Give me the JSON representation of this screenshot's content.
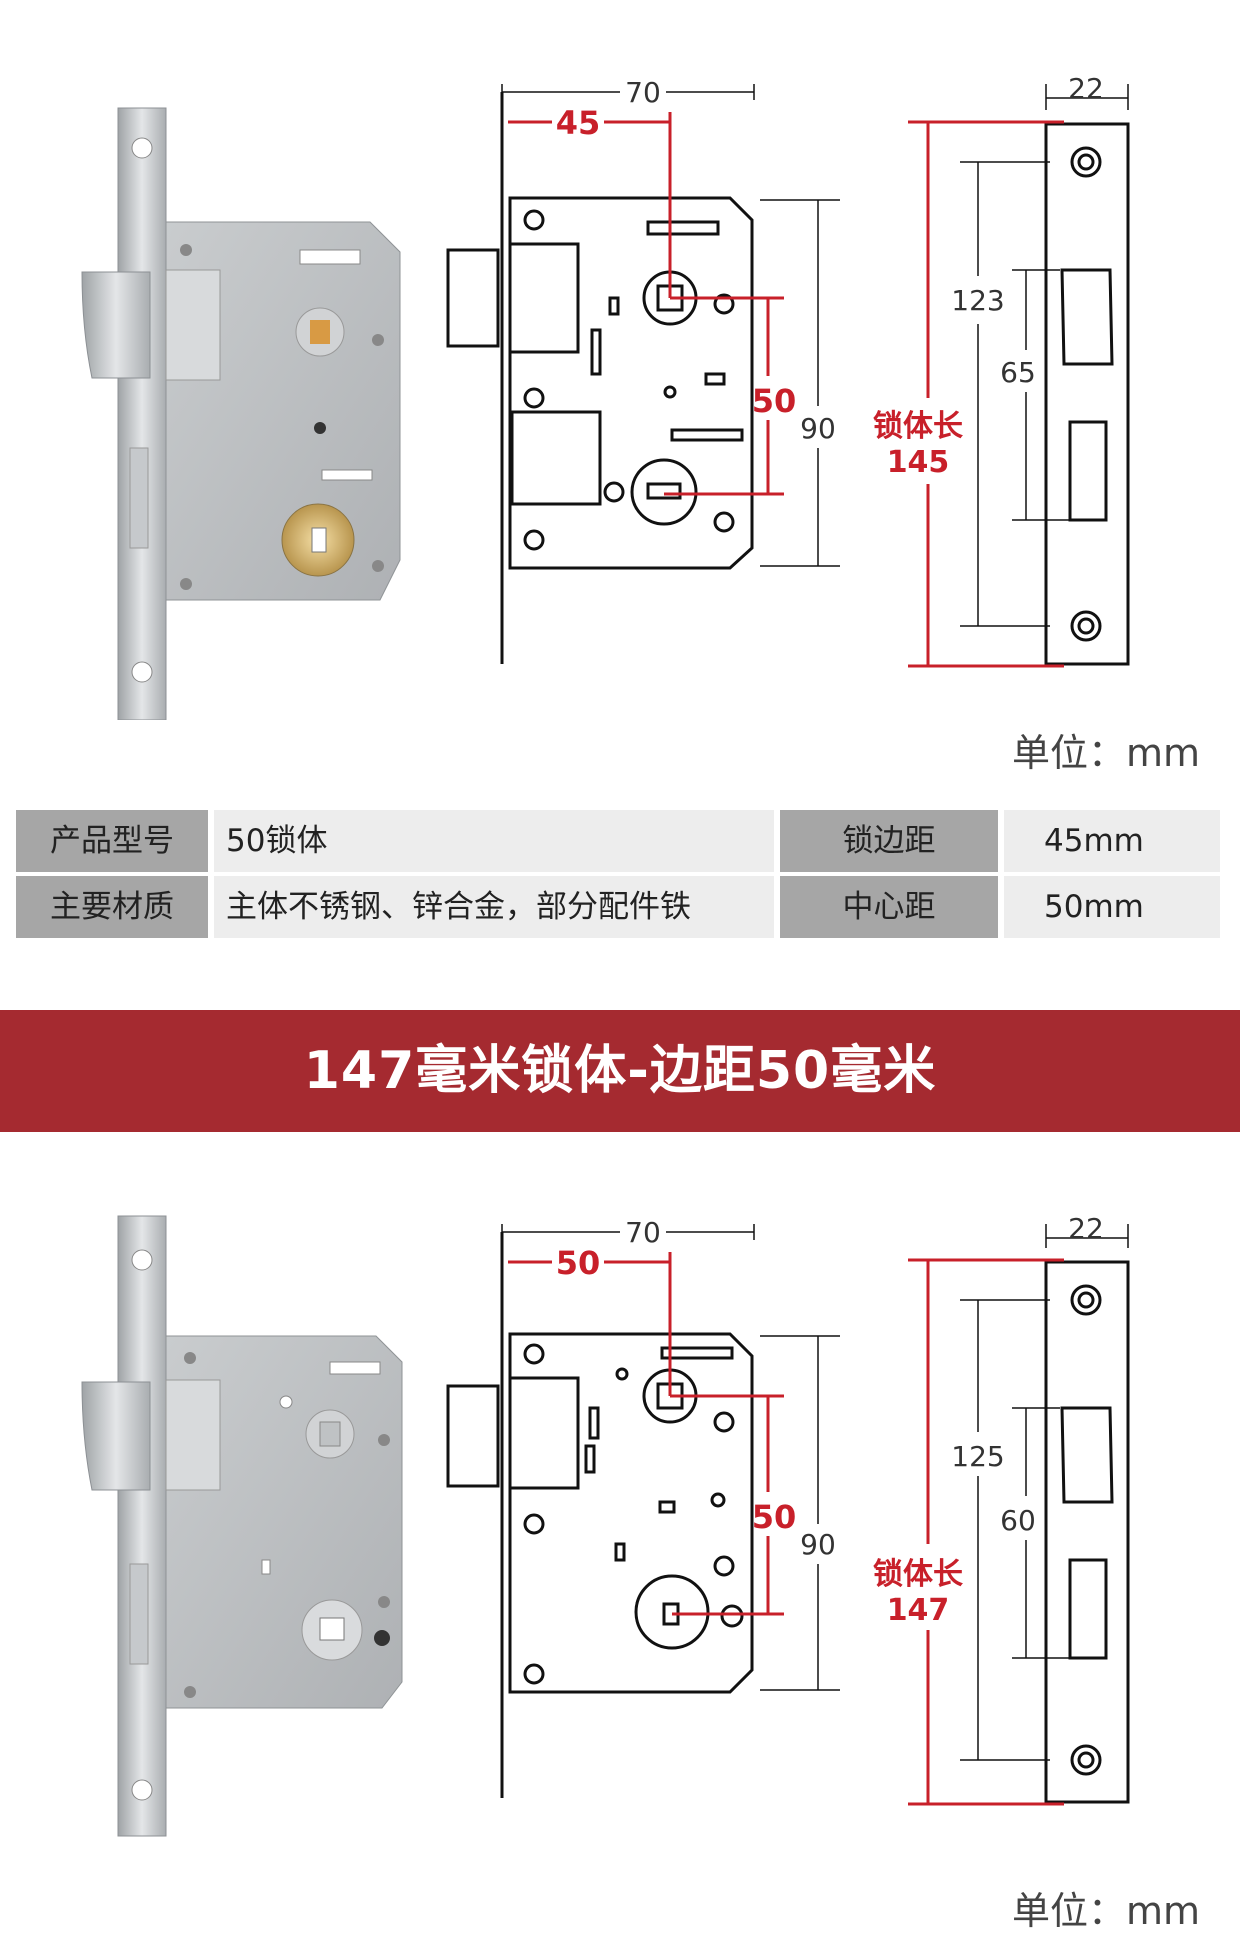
{
  "colors": {
    "accent": "#c8202a",
    "banner": "#a52a30",
    "line": "#111111"
  },
  "sections": [
    {
      "width_top": "70",
      "backset": "45",
      "center_distance": "50",
      "front_height": "90",
      "thickness": "22",
      "screw_span": "123",
      "latch_span": "65",
      "lock_label": "锁体长",
      "lock_length": "145",
      "unit": "单位：mm"
    },
    {
      "width_top": "70",
      "backset": "50",
      "center_distance": "50",
      "front_height": "90",
      "thickness": "22",
      "screw_span": "125",
      "latch_span": "60",
      "lock_label": "锁体长",
      "lock_length": "147",
      "unit": "单位：mm"
    }
  ],
  "spec_table": {
    "row1": {
      "label": "产品型号",
      "value": "50锁体",
      "label2": "锁边距",
      "value2": "45mm"
    },
    "row2": {
      "label": "主要材质",
      "value": "主体不锈钢、锌合金，部分配件铁",
      "label2": "中心距",
      "value2": "50mm"
    }
  },
  "banner": {
    "title": "147毫米锁体-边距50毫米"
  }
}
